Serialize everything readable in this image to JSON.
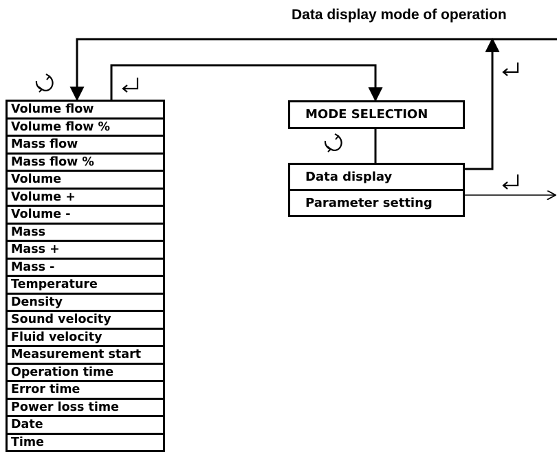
{
  "title": "Data display mode of operation",
  "menu_items": [
    "Volume flow",
    "Volume flow %",
    "Mass flow",
    "Mass flow %",
    "Volume",
    "Volume +",
    "Volume -",
    "Mass",
    "Mass +",
    "Mass -",
    "Temperature",
    "Density",
    "Sound velocity",
    "Fluid velocity",
    "Measurement start",
    "Operation time",
    "Error time",
    "Power loss time",
    "Date",
    "Time"
  ],
  "mode_selection": {
    "label": "MODE SELECTION"
  },
  "options": {
    "data_display": "Data display",
    "parameter_setting": "Parameter setting"
  },
  "icons": [
    "cycle-icon",
    "enter-icon",
    "arrow-icon"
  ]
}
